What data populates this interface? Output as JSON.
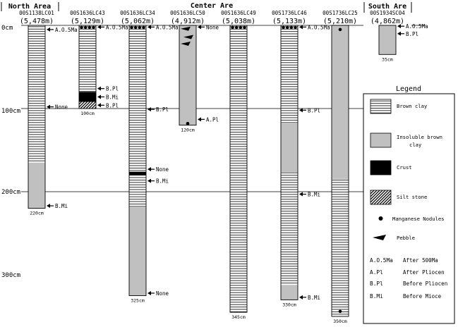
{
  "areas": [
    {
      "name": "North Area"
    },
    {
      "name": "Center Are"
    },
    {
      "name": "South Are"
    }
  ],
  "depth_axis": {
    "labels": [
      "0cm",
      "100cm",
      "200cm",
      "300cm"
    ],
    "ticks": [
      0,
      100,
      200,
      300
    ]
  },
  "colors": {
    "brown_clay": "#ffffff",
    "insoluble_brown_clay": "#c0c0c0",
    "crust": "#000000",
    "line": "#000000"
  },
  "cores": [
    {
      "id": "00S1138LC01",
      "depth_label": "(5,478m)",
      "bottom_label": "220cm",
      "total_cm": 220,
      "segments": [
        {
          "type": "brown_clay",
          "from": 0,
          "to": 165
        },
        {
          "type": "insoluble_brown_clay",
          "from": 165,
          "to": 220
        }
      ],
      "markers": [
        {
          "label": "A.O.5Ma",
          "depth": 5
        },
        {
          "label": "None",
          "depth": 98
        },
        {
          "label": "B.Mi",
          "depth": 217
        }
      ],
      "nodules": [],
      "pebbles": []
    },
    {
      "id": "00S1636LC43",
      "depth_label": "(5,129m)",
      "bottom_label": "100cm",
      "total_cm": 100,
      "segments": [
        {
          "type": "brown_clay",
          "from": 0,
          "to": 80
        },
        {
          "type": "crust",
          "from": 80,
          "to": 92
        },
        {
          "type": "silt_stone",
          "from": 92,
          "to": 100
        }
      ],
      "markers": [
        {
          "label": "A.O.5Ma",
          "depth": 2
        },
        {
          "label": "B.Pl",
          "depth": 76
        },
        {
          "label": "B.Mi",
          "depth": 86
        },
        {
          "label": "B.Pl",
          "depth": 96
        }
      ],
      "nodules": [
        0
      ],
      "pebbles": []
    },
    {
      "id": "00S1636LC34",
      "depth_label": "(5,062m)",
      "bottom_label": "325cm",
      "total_cm": 325,
      "segments": [
        {
          "type": "brown_clay",
          "from": 0,
          "to": 218
        },
        {
          "type": "insoluble_brown_clay",
          "from": 218,
          "to": 325
        },
        {
          "type": "crust",
          "from": 176,
          "to": 180
        }
      ],
      "markers": [
        {
          "label": "A.O.5Ma",
          "depth": 2
        },
        {
          "label": "B.Pl",
          "depth": 101
        },
        {
          "label": "None",
          "depth": 173
        },
        {
          "label": "B.Mi",
          "depth": 187
        },
        {
          "label": "None",
          "depth": 322
        }
      ],
      "nodules": [
        0
      ],
      "pebbles": []
    },
    {
      "id": "00S1636LC50",
      "depth_label": "(4,912m)",
      "bottom_label": "120cm",
      "total_cm": 120,
      "segments": [
        {
          "type": "insoluble_brown_clay",
          "from": 0,
          "to": 120
        }
      ],
      "markers": [
        {
          "label": "None",
          "depth": 2
        },
        {
          "label": "A.Pl",
          "depth": 113
        }
      ],
      "nodules": [
        118
      ],
      "pebbles": [
        4,
        14,
        22
      ]
    },
    {
      "id": "00S1636LC49",
      "depth_label": "(5,038m)",
      "bottom_label": "345cm",
      "total_cm": 345,
      "segments": [
        {
          "type": "brown_clay",
          "from": 0,
          "to": 345
        }
      ],
      "markers": [],
      "nodules": [
        0
      ],
      "pebbles": []
    },
    {
      "id": "00S1736LC46",
      "depth_label": "(5,133m)",
      "bottom_label": "330cm",
      "total_cm": 330,
      "segments": [
        {
          "type": "brown_clay",
          "from": 0,
          "to": 117
        },
        {
          "type": "insoluble_brown_clay",
          "from": 117,
          "to": 177
        },
        {
          "type": "brown_clay",
          "from": 177,
          "to": 312
        },
        {
          "type": "insoluble_brown_clay",
          "from": 312,
          "to": 330
        }
      ],
      "markers": [
        {
          "label": "A.O.5Ma",
          "depth": 2
        },
        {
          "label": "B.Pl",
          "depth": 102
        },
        {
          "label": "B.Mi",
          "depth": 203
        },
        {
          "label": "B.Mi",
          "depth": 327
        }
      ],
      "nodules": [
        0
      ],
      "pebbles": []
    },
    {
      "id": "00S1736LC25",
      "depth_label": "(5,210m)",
      "bottom_label": "350cm",
      "total_cm": 350,
      "segments": [
        {
          "type": "insoluble_brown_clay",
          "from": 0,
          "to": 185
        },
        {
          "type": "brown_clay",
          "from": 185,
          "to": 350
        }
      ],
      "markers": [],
      "nodules": [
        5,
        344
      ],
      "pebbles": []
    },
    {
      "id": "00S1934SC04",
      "depth_label": "(4,862m)",
      "bottom_label": "35cm",
      "total_cm": 35,
      "segments": [
        {
          "type": "insoluble_brown_clay",
          "from": 0,
          "to": 35
        }
      ],
      "markers": [
        {
          "label": "A.O.5Ma",
          "depth": 1
        },
        {
          "label": "B.Pl",
          "depth": 10
        }
      ],
      "nodules": [],
      "pebbles": []
    }
  ],
  "legend": {
    "title": "Legend",
    "items": [
      {
        "type": "brown_clay",
        "label": "Brown clay"
      },
      {
        "type": "insoluble_brown_clay",
        "label": "Insoluble brown clay"
      },
      {
        "type": "crust",
        "label": "Crust"
      },
      {
        "type": "silt_stone",
        "label": "Silt stone"
      },
      {
        "type": "nodule",
        "label": "Manganese Nodules"
      },
      {
        "type": "pebble",
        "label": "Pebble"
      }
    ],
    "abbreviations": [
      {
        "abbr": "A.O.5Ma",
        "meaning": "After 500Ma"
      },
      {
        "abbr": "A.Pl",
        "meaning": "After Pliocen"
      },
      {
        "abbr": "B.Pl",
        "meaning": "Before Pliocen"
      },
      {
        "abbr": "B.Mi",
        "meaning": "Before Mioce"
      }
    ]
  }
}
